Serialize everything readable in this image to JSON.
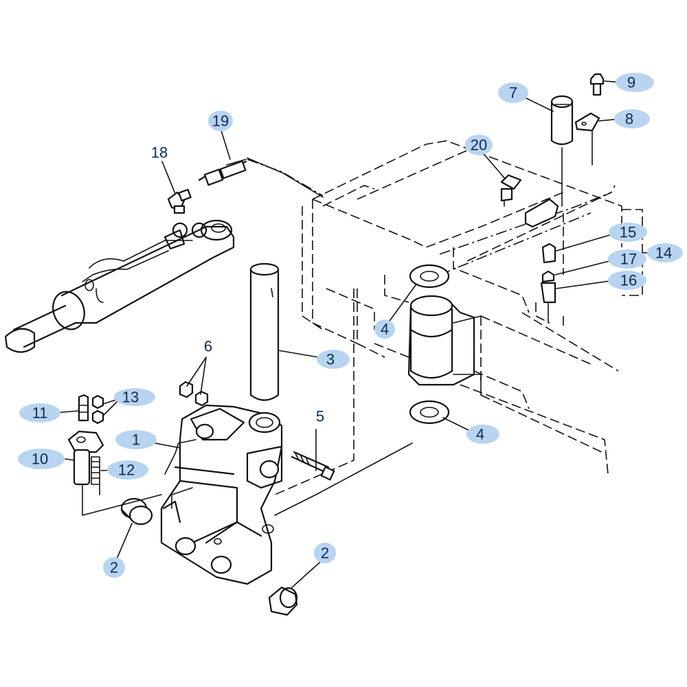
{
  "diagram": {
    "callouts": [
      {
        "id": "c1",
        "label": "1"
      },
      {
        "id": "c2a",
        "label": "2"
      },
      {
        "id": "c2b",
        "label": "2"
      },
      {
        "id": "c3",
        "label": "3"
      },
      {
        "id": "c4a",
        "label": "4"
      },
      {
        "id": "c4b",
        "label": "4"
      },
      {
        "id": "c5",
        "label": "5"
      },
      {
        "id": "c6",
        "label": "6"
      },
      {
        "id": "c7",
        "label": "7"
      },
      {
        "id": "c8",
        "label": "8"
      },
      {
        "id": "c9",
        "label": "9"
      },
      {
        "id": "c10",
        "label": "10"
      },
      {
        "id": "c11",
        "label": "11"
      },
      {
        "id": "c12",
        "label": "12"
      },
      {
        "id": "c13",
        "label": "13"
      },
      {
        "id": "c14",
        "label": "14"
      },
      {
        "id": "c15",
        "label": "15"
      },
      {
        "id": "c16",
        "label": "16"
      },
      {
        "id": "c17",
        "label": "17"
      },
      {
        "id": "c18",
        "label": "18"
      },
      {
        "id": "c19",
        "label": "19"
      },
      {
        "id": "c20",
        "label": "20"
      }
    ],
    "colors": {
      "callout_fill": "#b8d4f0",
      "callout_text": "#0d2a52",
      "line": "#111111"
    }
  }
}
